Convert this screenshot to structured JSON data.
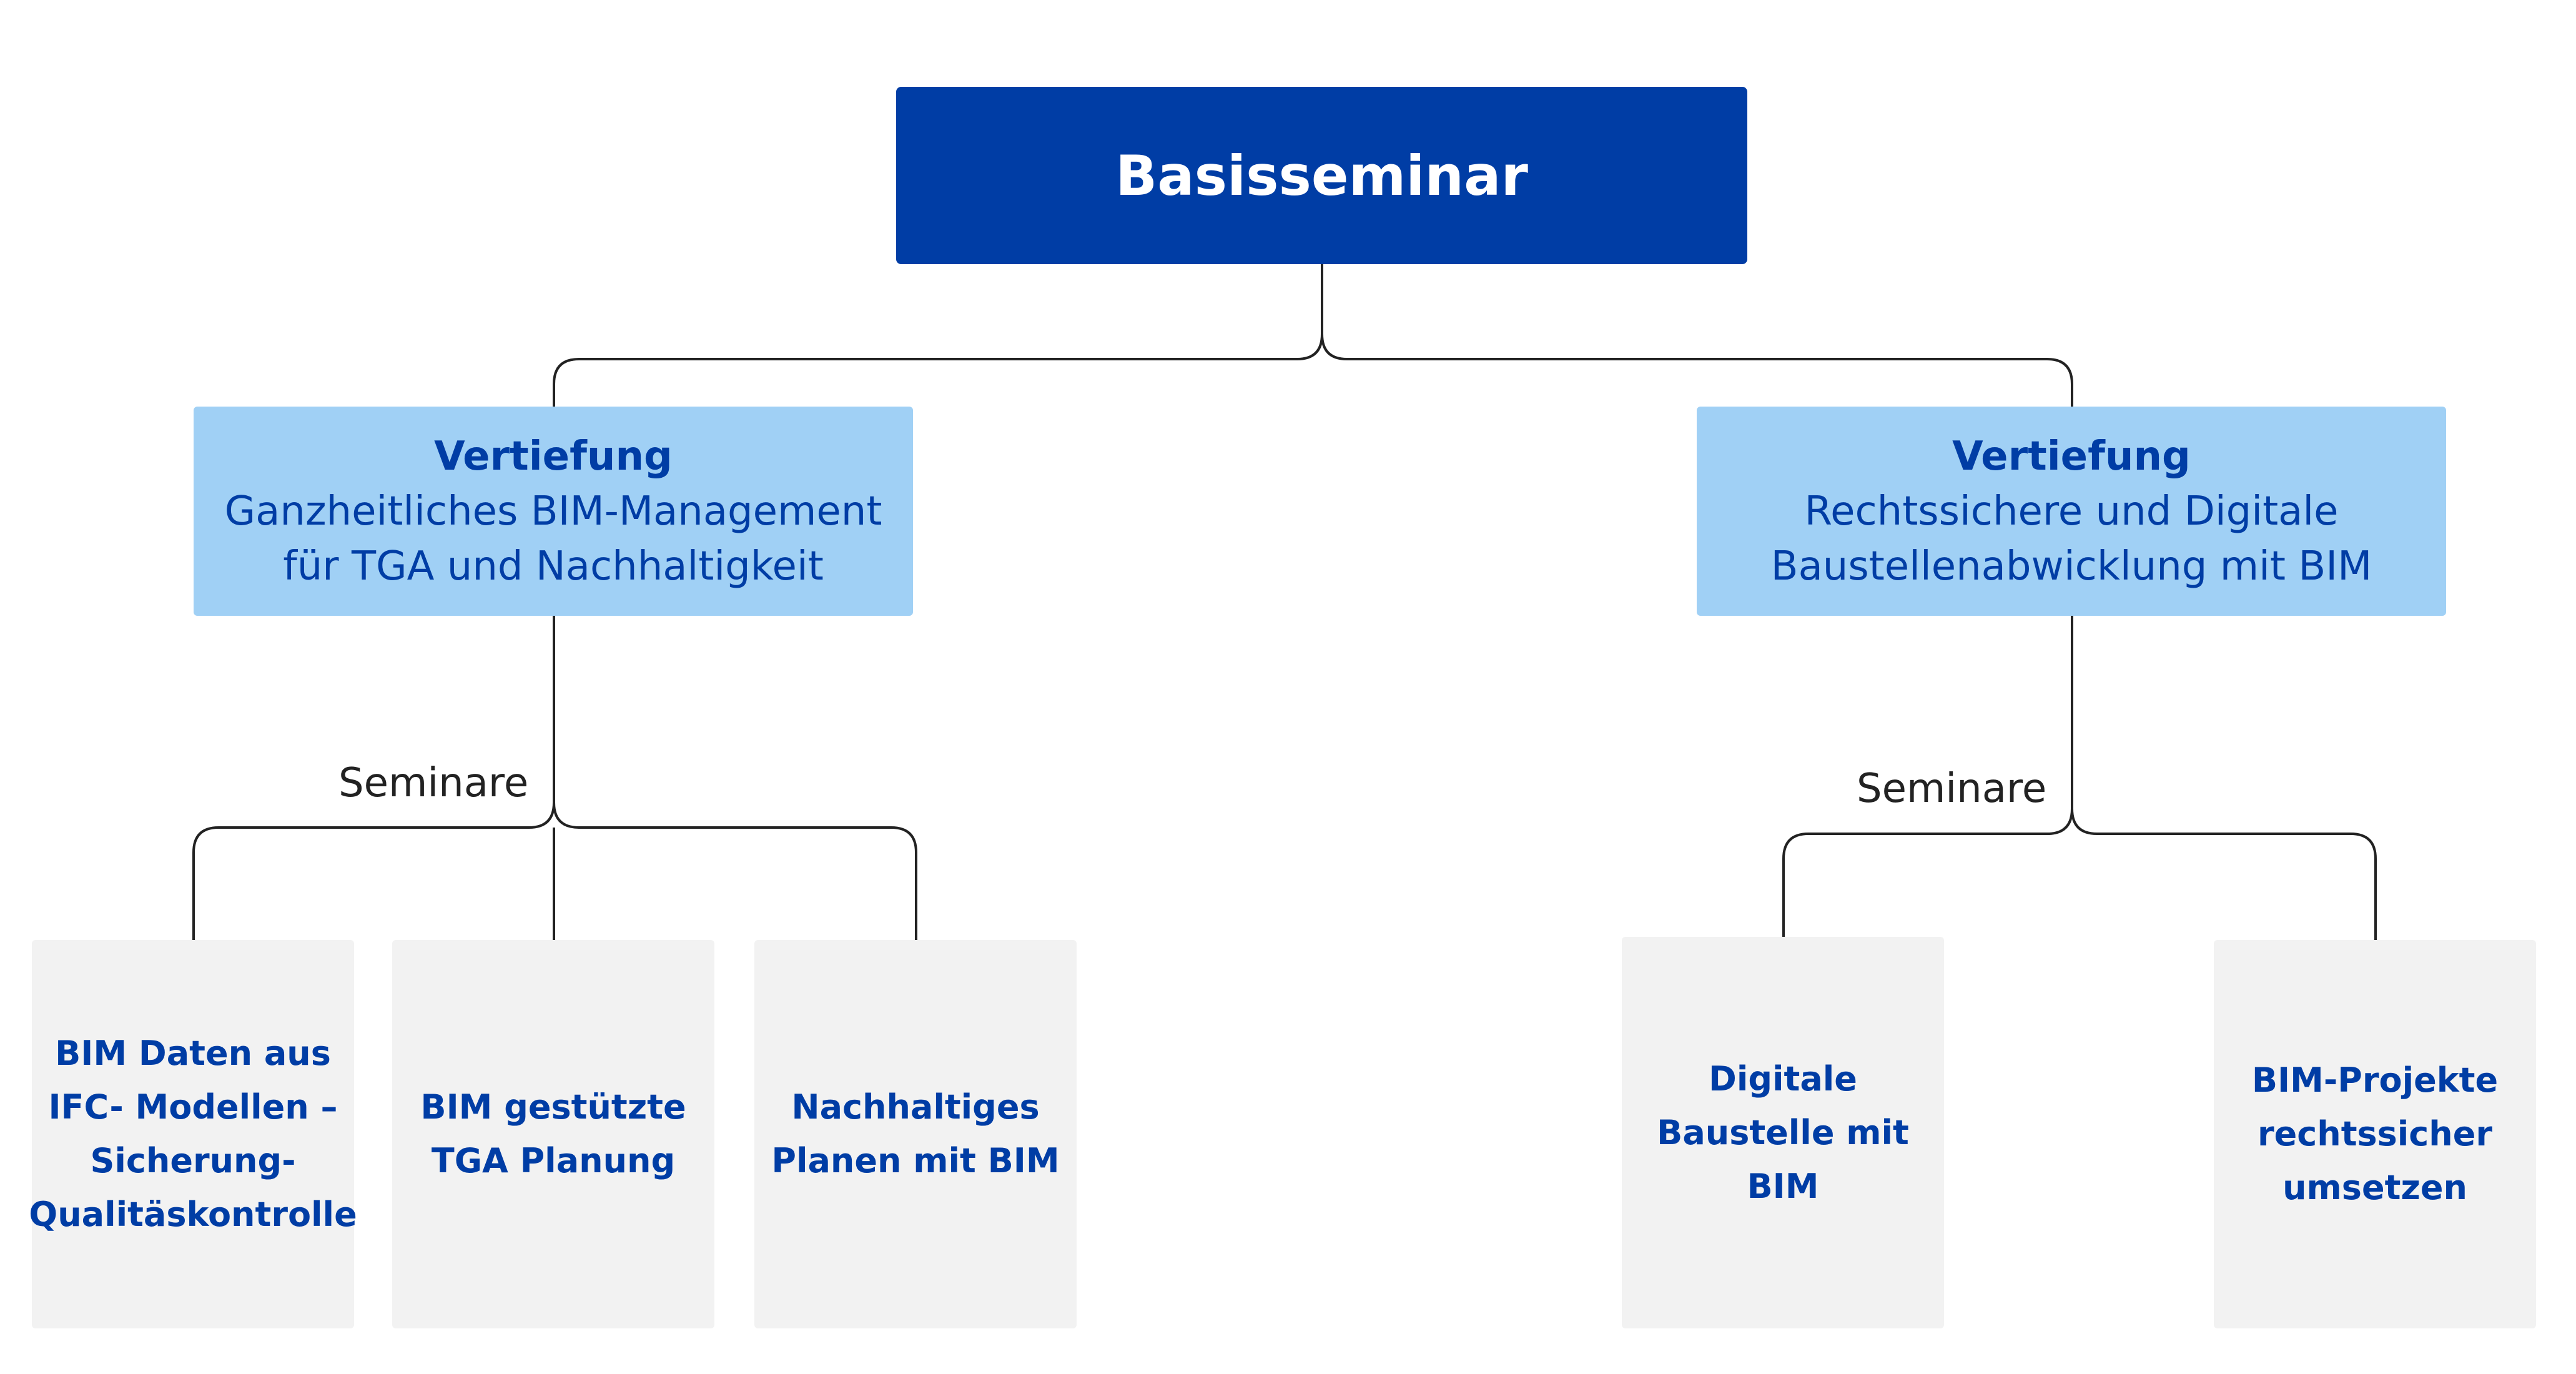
{
  "root": {
    "label": "Basisseminar"
  },
  "branches": [
    {
      "heading": "Vertiefung",
      "subtitle_lines": [
        "Ganzheitliches BIM-Management",
        "für TGA und Nachhaltigkeit"
      ],
      "seminar_label": "Seminare"
    },
    {
      "heading": "Vertiefung",
      "subtitle_lines": [
        "Rechtssichere und Digitale",
        "Baustellenabwicklung mit BIM"
      ],
      "seminar_label": "Seminare"
    }
  ],
  "seminars_left": [
    {
      "lines": [
        "BIM Daten aus",
        "IFC- Modellen –",
        "Sicherung-",
        "Qualitäskontrolle"
      ]
    },
    {
      "lines": [
        "BIM gestützte",
        "TGA Planung"
      ]
    },
    {
      "lines": [
        "Nachhaltiges",
        "Planen mit BIM"
      ]
    }
  ],
  "seminars_right": [
    {
      "lines": [
        "Digitale",
        "Baustelle mit",
        "BIM"
      ]
    },
    {
      "lines": [
        "BIM-Projekte",
        "rechtssicher",
        "umsetzen"
      ]
    }
  ],
  "colors": {
    "primary": "#003da5",
    "branch_fill": "#a0d0f5",
    "leaf_fill": "#f2f2f2",
    "connector": "#222222"
  }
}
